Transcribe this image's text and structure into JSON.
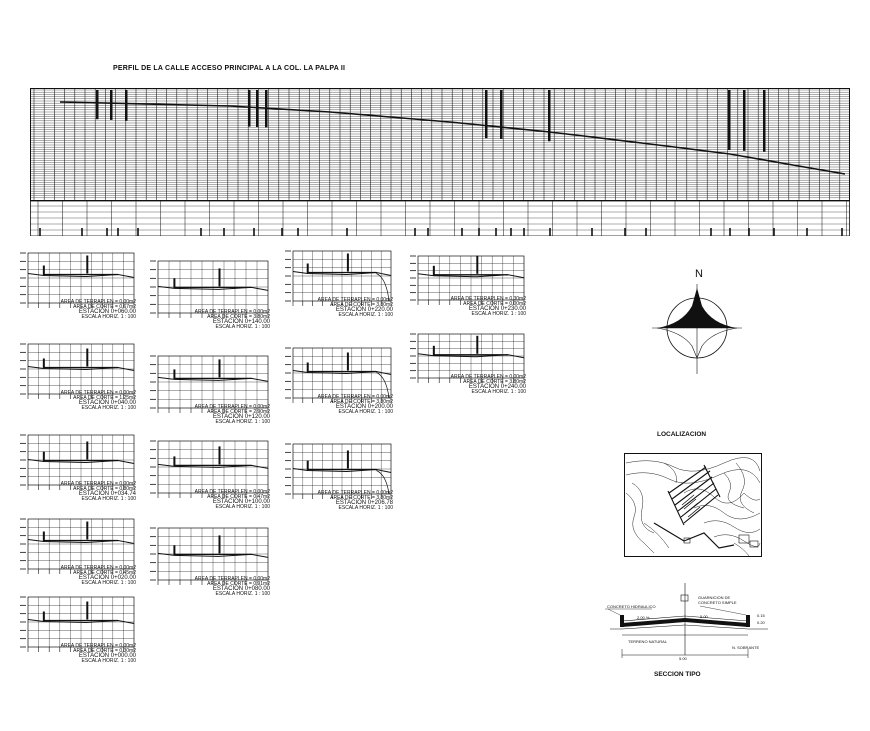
{
  "title": "PERFIL DE LA CALLE ACCESO PRINCIPAL A LA COL. LA PALPA II",
  "compass": {
    "label": "N"
  },
  "localizacion": "LOCALIZACION",
  "seccion": {
    "title": "SECCION TIPO",
    "concreto": "CONCRETO HIDRAULICO",
    "guarnicion": "GUARNICION DE CONCRETO SIMPLE",
    "terreno": "TERRENO NATURAL",
    "sobrante": "N. SOBRANTE",
    "ancho": "5.00",
    "pend_left": "2.00 %",
    "pend_right": "2.00 %",
    "esp1": "0.15",
    "esp2": "0.20"
  },
  "sections": [
    {
      "id": "s1",
      "estacion": "ESTACION 0+060.00",
      "terraplen": "AREA DE TERRAPLEN = 0.00m2",
      "corte": "AREA DE CORTE = 0.67m2",
      "escala": "ESCALA HORIZ. 1 : 100"
    },
    {
      "id": "s2",
      "estacion": "ESTACION 0+040.00",
      "terraplen": "AREA DE TERRAPLEN = 0.00m2",
      "corte": "AREA DE CORTE = 1.25m2",
      "escala": "ESCALA HORIZ. 1 : 100"
    },
    {
      "id": "s3",
      "estacion": "ESTACION 0+034.74",
      "terraplen": "AREA DE TERRAPLEN = 0.00m2",
      "corte": "AREA DE CORTE = 0.80m2",
      "escala": "ESCALA HORIZ. 1 : 100"
    },
    {
      "id": "s4",
      "estacion": "ESTACION 0+020.00",
      "terraplen": "AREA DE TERRAPLEN = 0.00m2",
      "corte": "AREA DE CORTE = 0.45m2",
      "escala": "ESCALA HORIZ. 1 : 100"
    },
    {
      "id": "s5",
      "estacion": "ESTACION 0+000.00",
      "terraplen": "AREA DE TERRAPLEN = 0.00m2",
      "corte": "AREA DE CORTE = 0.30m2",
      "escala": "ESCALA HORIZ. 1 : 100"
    },
    {
      "id": "s6",
      "estacion": "ESTACION 0+140.00",
      "terraplen": "AREA DE TERRAPLEN = 0.00m2",
      "corte": "AREA DE CORTE = 3.80m2",
      "escala": "ESCALA HORIZ. 1 : 100"
    },
    {
      "id": "s7",
      "estacion": "ESTACION 0+120.00",
      "terraplen": "AREA DE TERRAPLEN = 0.00m2",
      "corte": "AREA DE CORTE = 2.90m2",
      "escala": "ESCALA HORIZ. 1 : 100"
    },
    {
      "id": "s8",
      "estacion": "ESTACION 0+100.00",
      "terraplen": "AREA DE TERRAPLEN = 0.00m2",
      "corte": "AREA DE CORTE = 0.47m2",
      "escala": "ESCALA HORIZ. 1 : 100"
    },
    {
      "id": "s9",
      "estacion": "ESTACION 0+080.00",
      "terraplen": "AREA DE TERRAPLEN = 0.00m2",
      "corte": "AREA DE CORTE = 0.91m2",
      "escala": "ESCALA HORIZ. 1 : 100"
    },
    {
      "id": "s10",
      "estacion": "ESTACION 0+220.00",
      "terraplen": "AREA DE TERRAPLEN = 0.00m2",
      "corte": "AREA DE CORTE = 3.80m2",
      "escala": "ESCALA HORIZ. 1 : 100"
    },
    {
      "id": "s11",
      "estacion": "ESTACION 0+200.00",
      "terraplen": "AREA DE TERRAPLEN = 0.00m2",
      "corte": "AREA DE CORTE = 3.80m2",
      "escala": "ESCALA HORIZ. 1 : 100"
    },
    {
      "id": "s12",
      "estacion": "ESTACION 0+206.78",
      "terraplen": "AREA DE TERRAPLEN = 0.00m2",
      "corte": "AREA DE CORTE = 3.80m2",
      "escala": "ESCALA HORIZ. 1 : 100"
    },
    {
      "id": "s13",
      "estacion": "ESTACION 0+230.00",
      "terraplen": "AREA DE TERRAPLEN = 0.30m2",
      "corte": "AREA DE CORTE = 0.00m2",
      "escala": "ESCALA HORIZ. 1 : 100"
    },
    {
      "id": "s14",
      "estacion": "ESTACION 0+240.00",
      "terraplen": "AREA DE TERRAPLEN = 0.00m2",
      "corte": "AREA DE CORTE = 3.80m2",
      "escala": "ESCALA HORIZ. 1 : 100"
    }
  ]
}
